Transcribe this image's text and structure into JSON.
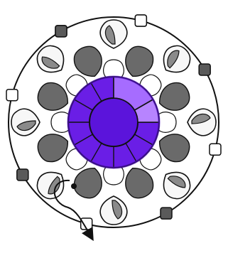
{
  "palette": {
    "background": "#ffffff",
    "outline": "#111111",
    "light_fill": "#f7f7f7",
    "medium_fill": "#8a8a8a",
    "dark_fill": "#6a6a6a",
    "small_square_dark": "#5a5a5a",
    "small_square_light": "#ffffff",
    "core_purple": "#6a1ee6",
    "core_purple_dark": "#4e0fbf",
    "segment_highlight": "#a66cff",
    "segment_highlight_2": "#b784ff"
  },
  "figure": {
    "type": "radial-symmetric-illustration",
    "icons": {
      "center_icon": "purple-core",
      "pointer_icon": "curved-arrow"
    }
  }
}
